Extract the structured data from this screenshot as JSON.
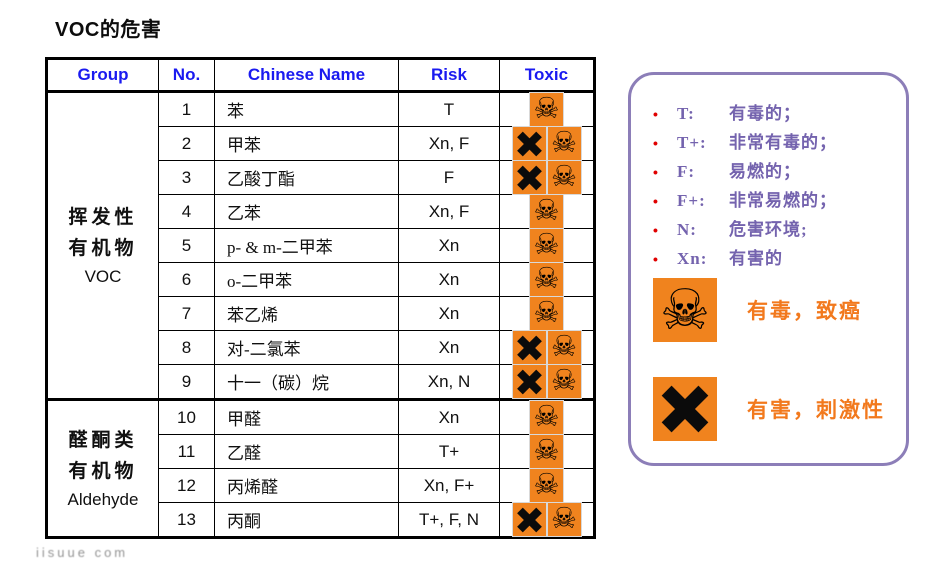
{
  "title": "VOC的危害",
  "table": {
    "columns": [
      "Group",
      "No.",
      "Chinese Name",
      "Risk",
      "Toxic"
    ],
    "groups": [
      {
        "zh_lines": [
          "挥发性",
          "有机物"
        ],
        "en": "VOC",
        "rowspan": 9
      },
      {
        "zh_lines": [
          "醛酮类",
          "有机物"
        ],
        "en": "Aldehyde",
        "rowspan": 4
      }
    ],
    "rows": [
      {
        "no": "1",
        "name": "苯",
        "risk": "T",
        "toxic": [
          "skull"
        ],
        "group": 0
      },
      {
        "no": "2",
        "name": "甲苯",
        "risk": "Xn, F",
        "toxic": [
          "harmful",
          "skull"
        ]
      },
      {
        "no": "3",
        "name": "乙酸丁酯",
        "risk": "F",
        "toxic": [
          "harmful",
          "skull"
        ]
      },
      {
        "no": "4",
        "name": "乙苯",
        "risk": "Xn, F",
        "toxic": [
          "skull"
        ]
      },
      {
        "no": "5",
        "name": "p- & m-二甲苯",
        "risk": "Xn",
        "toxic": [
          "skull"
        ]
      },
      {
        "no": "6",
        "name": "o-二甲苯",
        "risk": "Xn",
        "toxic": [
          "skull"
        ]
      },
      {
        "no": "7",
        "name": "苯乙烯",
        "risk": "Xn",
        "toxic": [
          "skull"
        ]
      },
      {
        "no": "8",
        "name": "对-二氯苯",
        "risk": "Xn",
        "toxic": [
          "harmful",
          "skull"
        ]
      },
      {
        "no": "9",
        "name": "十一（碳）烷",
        "risk": "Xn, N",
        "toxic": [
          "harmful",
          "skull"
        ]
      },
      {
        "no": "10",
        "name": "甲醛",
        "risk": "Xn",
        "toxic": [
          "skull"
        ],
        "group": 1
      },
      {
        "no": "11",
        "name": "乙醛",
        "risk": "T+",
        "toxic": [
          "skull"
        ]
      },
      {
        "no": "12",
        "name": "丙烯醛",
        "risk": "Xn, F+",
        "toxic": [
          "skull"
        ]
      },
      {
        "no": "13",
        "name": "丙酮",
        "risk": "T+, F, N",
        "toxic": [
          "harmful",
          "skull"
        ]
      }
    ]
  },
  "legend": {
    "items": [
      {
        "key": "T:",
        "desc": "有毒的；"
      },
      {
        "key": "T+:",
        "desc": "非常有毒的；"
      },
      {
        "key": "F:",
        "desc": "易燃的；"
      },
      {
        "key": "F+:",
        "desc": "非常易燃的；"
      },
      {
        "key": "N:",
        "desc": "危害环境;"
      },
      {
        "key": "Xn:",
        "desc": "有害的"
      }
    ],
    "symbols": [
      {
        "icon": "skull",
        "caption": "有毒，致癌"
      },
      {
        "icon": "harmful",
        "caption": "有害，刺激性"
      }
    ]
  },
  "icons": {
    "skull_glyph": "☠",
    "bullet_glyph": "•"
  },
  "colors": {
    "header_blue": "#1a1af0",
    "hazard_orange": "#f0831e",
    "legend_text_purple": "#7463ae",
    "legend_border_purple": "#8c7eb8",
    "bullet_red": "#e00000",
    "caption_orange": "#f2791d",
    "border_black": "#000000"
  },
  "watermark": "iisuue com"
}
